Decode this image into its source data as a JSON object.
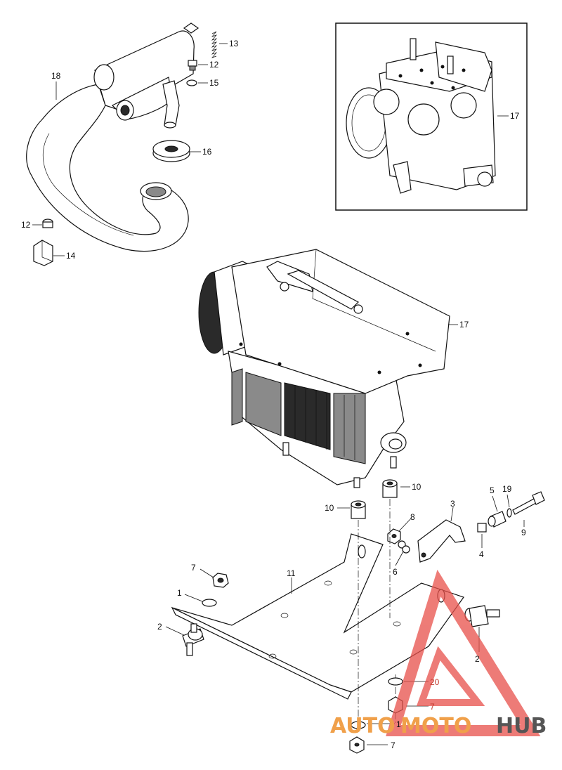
{
  "callouts": [
    {
      "id": "c13",
      "text": "13"
    },
    {
      "id": "c12a",
      "text": "12"
    },
    {
      "id": "c15",
      "text": "15"
    },
    {
      "id": "c18",
      "text": "18"
    },
    {
      "id": "c16",
      "text": "16"
    },
    {
      "id": "c12b",
      "text": "12"
    },
    {
      "id": "c14",
      "text": "14"
    },
    {
      "id": "c17a",
      "text": "17"
    },
    {
      "id": "c17b",
      "text": "17"
    },
    {
      "id": "c10a",
      "text": "10"
    },
    {
      "id": "c10b",
      "text": "10"
    },
    {
      "id": "c3",
      "text": "3"
    },
    {
      "id": "c5",
      "text": "5"
    },
    {
      "id": "c19",
      "text": "19"
    },
    {
      "id": "c9",
      "text": "9"
    },
    {
      "id": "c8",
      "text": "8"
    },
    {
      "id": "c6",
      "text": "6"
    },
    {
      "id": "c4",
      "text": "4"
    },
    {
      "id": "c7a",
      "text": "7"
    },
    {
      "id": "c11",
      "text": "11"
    },
    {
      "id": "c1a",
      "text": "1"
    },
    {
      "id": "c2a",
      "text": "2"
    },
    {
      "id": "c2b",
      "text": "2"
    },
    {
      "id": "c20",
      "text": "20"
    },
    {
      "id": "c7b",
      "text": "7"
    },
    {
      "id": "c1b",
      "text": "1"
    },
    {
      "id": "c7c",
      "text": "7"
    }
  ],
  "watermark": {
    "part1": "AUTO",
    "part2": "MOTO",
    "part3": "HUB",
    "color_orange": "#f0a04a",
    "color_gray": "#555555",
    "color_red": "#e8504a"
  }
}
